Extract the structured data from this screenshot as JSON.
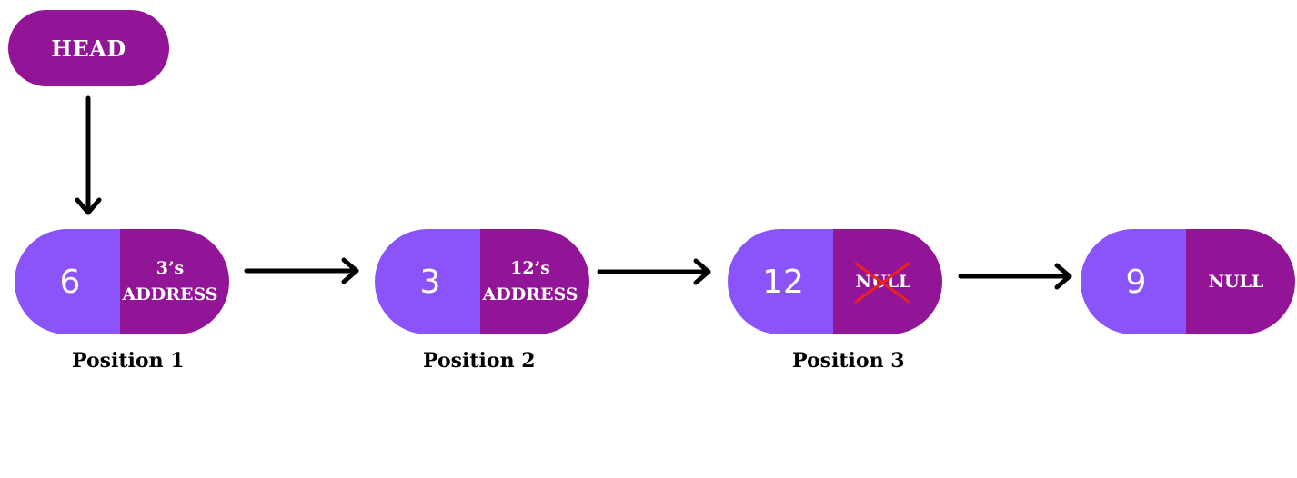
{
  "head": {
    "label": "HEAD"
  },
  "nodes": [
    {
      "value": "6",
      "next_line1": "3’s",
      "next_line2": "ADDRESS",
      "position_label": "Position 1"
    },
    {
      "value": "3",
      "next_line1": "12’s",
      "next_line2": "ADDRESS",
      "position_label": "Position 2"
    },
    {
      "value": "12",
      "next_line1": "NULL",
      "next_line2": "",
      "position_label": "Position 3"
    },
    {
      "value": "9",
      "next_line1": "NULL",
      "next_line2": "",
      "position_label": ""
    }
  ],
  "colors": {
    "value_cell": "#8b54fb",
    "pointer_cell": "#921597",
    "cross": "#e8221f",
    "arrow": "#000000"
  },
  "icons": {
    "struck_null": "cross-mark-icon"
  }
}
